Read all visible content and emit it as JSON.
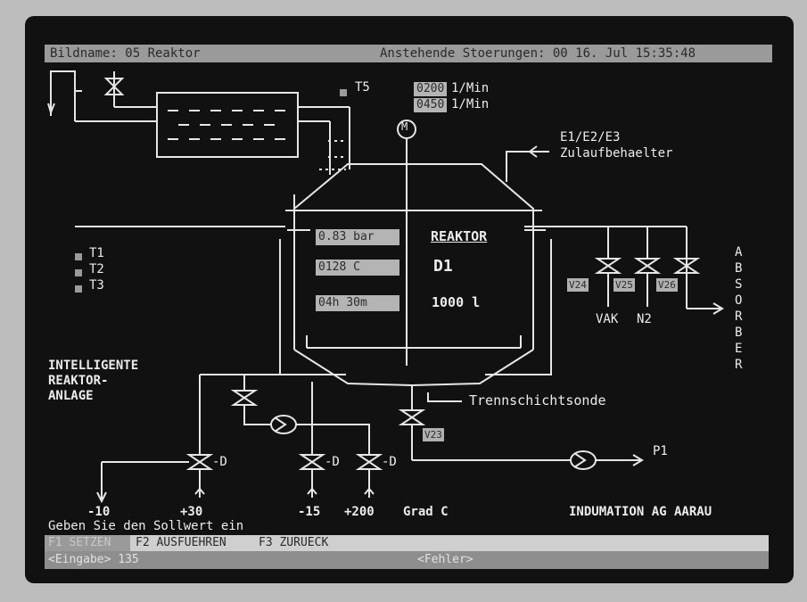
{
  "header": {
    "bildname": "Bildname: 05 Reaktor",
    "stoerungen": "Anstehende Stoerungen:  00   16. Jul 15:35:48"
  },
  "setpoints": {
    "t5_label": "T5",
    "rate1_value": "0200",
    "rate1_unit": "1/Min",
    "rate2_value": "0450",
    "rate2_unit": "1/Min"
  },
  "motor_symbol": "M",
  "feed": {
    "line1": "E1/E2/E3",
    "line2": "Zulaufbehaelter"
  },
  "reactor": {
    "pressure": "0.83 bar",
    "temperature": "0128 C",
    "duration": "04h 30m",
    "title": "REAKTOR",
    "name": "D1",
    "volume": "1000 l"
  },
  "temperature_sensors": [
    "T1",
    "T2",
    "T3"
  ],
  "valves": {
    "v24": "V24",
    "v25": "V25",
    "v26": "V26",
    "v23": "V23",
    "vak": "VAK",
    "n2": "N2"
  },
  "absorber": [
    "A",
    "B",
    "S",
    "O",
    "R",
    "B",
    "E",
    "R"
  ],
  "plant_title": [
    "INTELLIGENTE",
    "REAKTOR-",
    "ANLAGE"
  ],
  "trennschichtsonde": "Trennschichtsonde",
  "pump_label": "P1",
  "valve_d_label": "-D",
  "temps": {
    "t1": "-10",
    "t2": "+30",
    "t3": "-15",
    "t4": "+200",
    "unit": "Grad C"
  },
  "company": "INDUMATION AG AARAU",
  "prompt": "Geben Sie den Sollwert ein",
  "function_keys": {
    "f1": "F1 SETZEN",
    "f2": "F2 AUSFUEHREN",
    "f3": "F3 ZURUECK"
  },
  "status": {
    "input": "<Eingabe> 135",
    "error": "<Fehler>"
  },
  "colors": {
    "screen": "#111111",
    "phosphor": "#ececec",
    "highlight": "#b4b4b4"
  }
}
